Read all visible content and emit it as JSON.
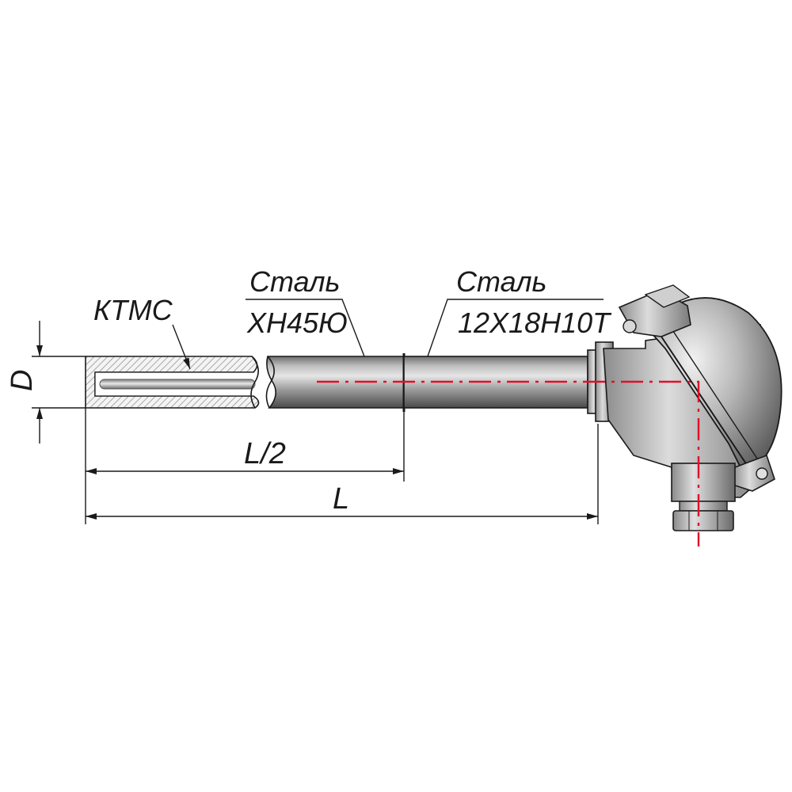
{
  "labels": {
    "sheath_material": "КТМС",
    "hot_section_title": "Сталь",
    "hot_section_grade": "ХН45Ю",
    "cold_section_title": "Сталь",
    "cold_section_grade": "12Х18Н10Т",
    "diameter": "D",
    "half_length": "L/2",
    "length": "L"
  },
  "colors": {
    "outline": "#1a1a1a",
    "axis_line": "#e0102a",
    "metal_light": "#d9d9d9",
    "metal_dark": "#5a5a5a",
    "hatch": "#b0b0b0"
  }
}
